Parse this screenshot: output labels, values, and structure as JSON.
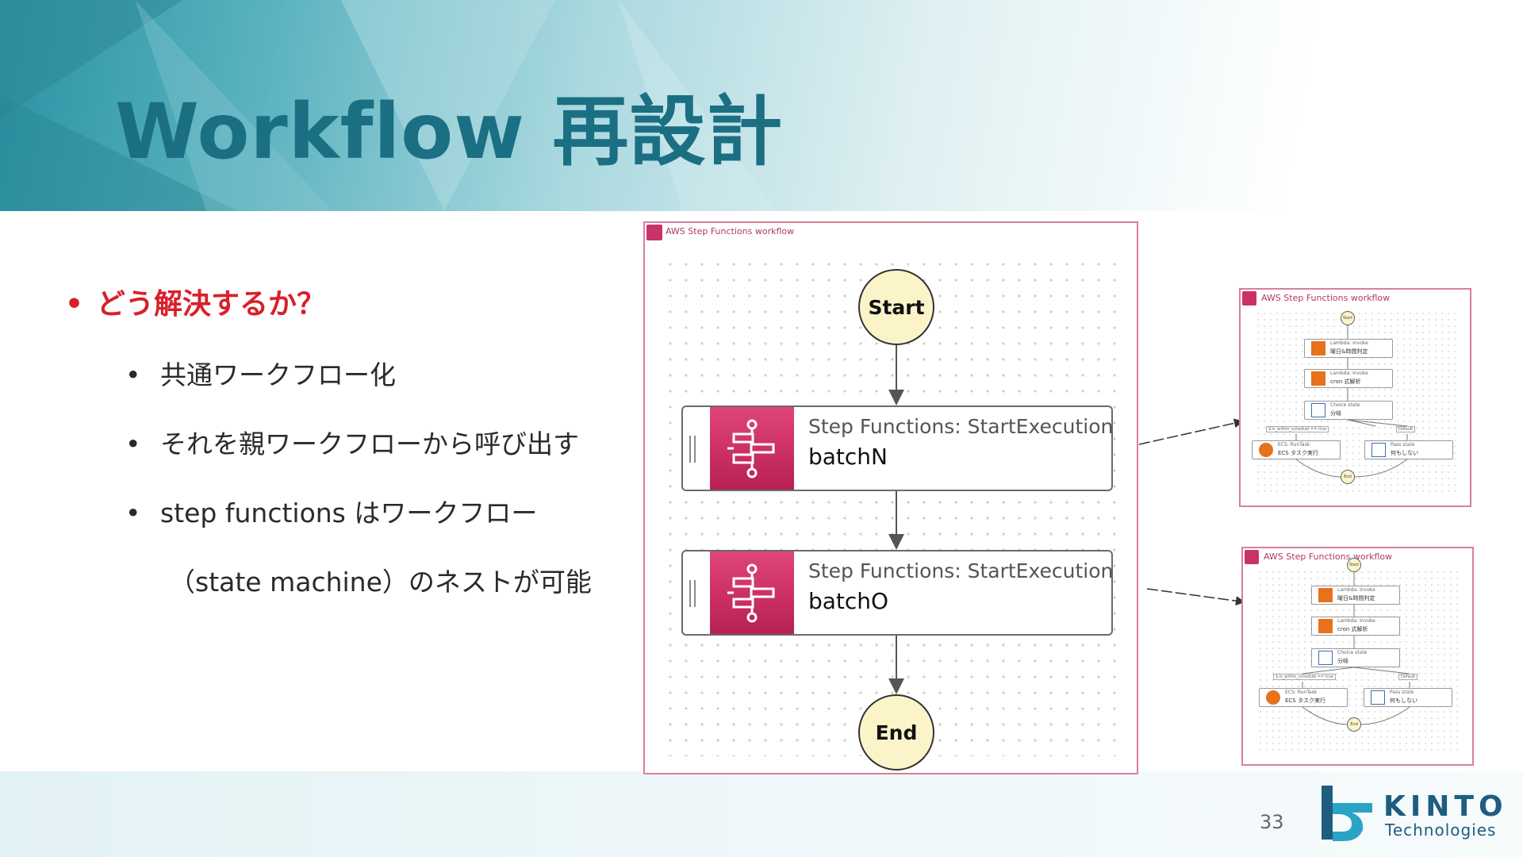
{
  "header": {
    "title": "Workflow 再設計"
  },
  "bullets": {
    "main": "どう解決するか？",
    "items": [
      "共通ワークフロー化",
      "それを親ワークフローから呼び出す",
      "step functions はワークフロー"
    ],
    "continuation": "（state machine）のネストが可能"
  },
  "main_workflow": {
    "label": "AWS Step Functions workflow",
    "start": "Start",
    "end": "End",
    "states": [
      {
        "type": "Step Functions: StartExecution",
        "name": "batchN"
      },
      {
        "type": "Step Functions: StartExecution",
        "name": "batchO"
      }
    ]
  },
  "thumbnails": [
    {
      "label": "AWS Step Functions workflow",
      "start": "Start",
      "end": "End",
      "nodes": [
        {
          "type": "Lambda: Invoke",
          "name": "曜日&時間判定"
        },
        {
          "type": "Lambda: Invoke",
          "name": "cron 式解析"
        },
        {
          "type": "Choice state",
          "name": "分岐"
        },
        {
          "type": "ECS: RunTask",
          "name": "ECS タスク実行"
        },
        {
          "type": "Pass state",
          "name": "何もしない"
        }
      ],
      "branches": [
        "$.is_within_schedule == true",
        "Default"
      ]
    },
    {
      "label": "AWS Step Functions workflow",
      "start": "Start",
      "end": "End",
      "nodes": [
        {
          "type": "Lambda: Invoke",
          "name": "曜日&時間判定"
        },
        {
          "type": "Lambda: Invoke",
          "name": "cron 式解析"
        },
        {
          "type": "Choice state",
          "name": "分岐"
        },
        {
          "type": "ECS: RunTask",
          "name": "ECS タスク実行"
        },
        {
          "type": "Pass state",
          "name": "何もしない"
        }
      ],
      "branches": [
        "$.is_within_schedule == true",
        "Default"
      ]
    }
  ],
  "footer": {
    "page_number": "33",
    "logo_line1": "KINTO",
    "logo_line2": "Technologies"
  },
  "colors": {
    "title": "#1b6f83",
    "accent_red": "#d9202a",
    "state_icon": "#c9336a",
    "workflow_border": "#d7809b",
    "start_end_fill": "#fcf4c9",
    "logo": "#1d5e80"
  }
}
